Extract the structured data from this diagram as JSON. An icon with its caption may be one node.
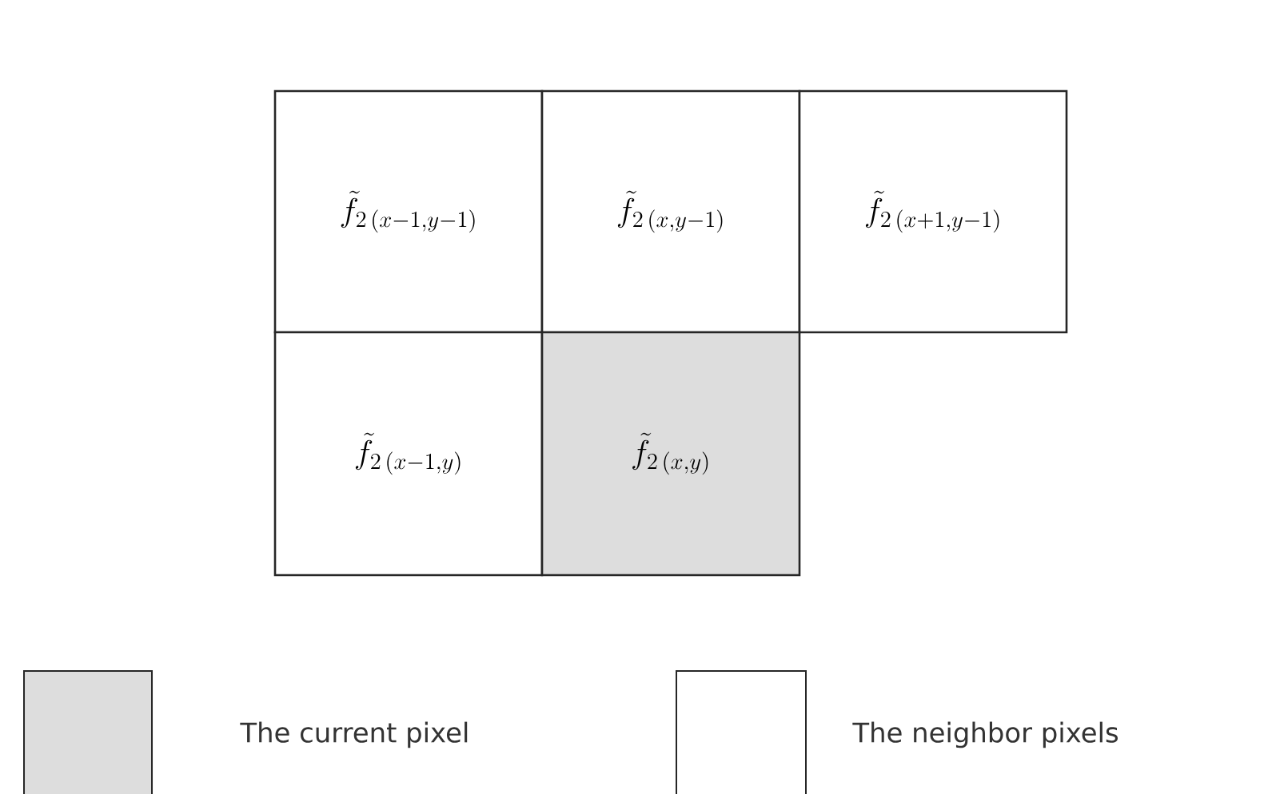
{
  "diagram": {
    "nodes": [
      {
        "text": [
          "\\tilde{f}_{2\\,(x-1,y-1)}"
        ]
      },
      {
        "text": [
          "\\tilde{f}_{2\\,(x,y-1)}"
        ]
      },
      {
        "text": [
          "\\tilde{f}_{2\\,(x+1,y-1)}"
        ]
      },
      {
        "text": [
          "\\tilde{f}_{2\\,(x-1,y)}"
        ]
      },
      {
        "text": [
          "\\tilde{f}_{2\\,(x,y)}"
        ]
      }
    ],
    "legend": [
      {
        "text": "The current pixel",
        "color": "#dddddd"
      },
      {
        "text": "The neighbor pixels"
      }
    ]
  }
}
